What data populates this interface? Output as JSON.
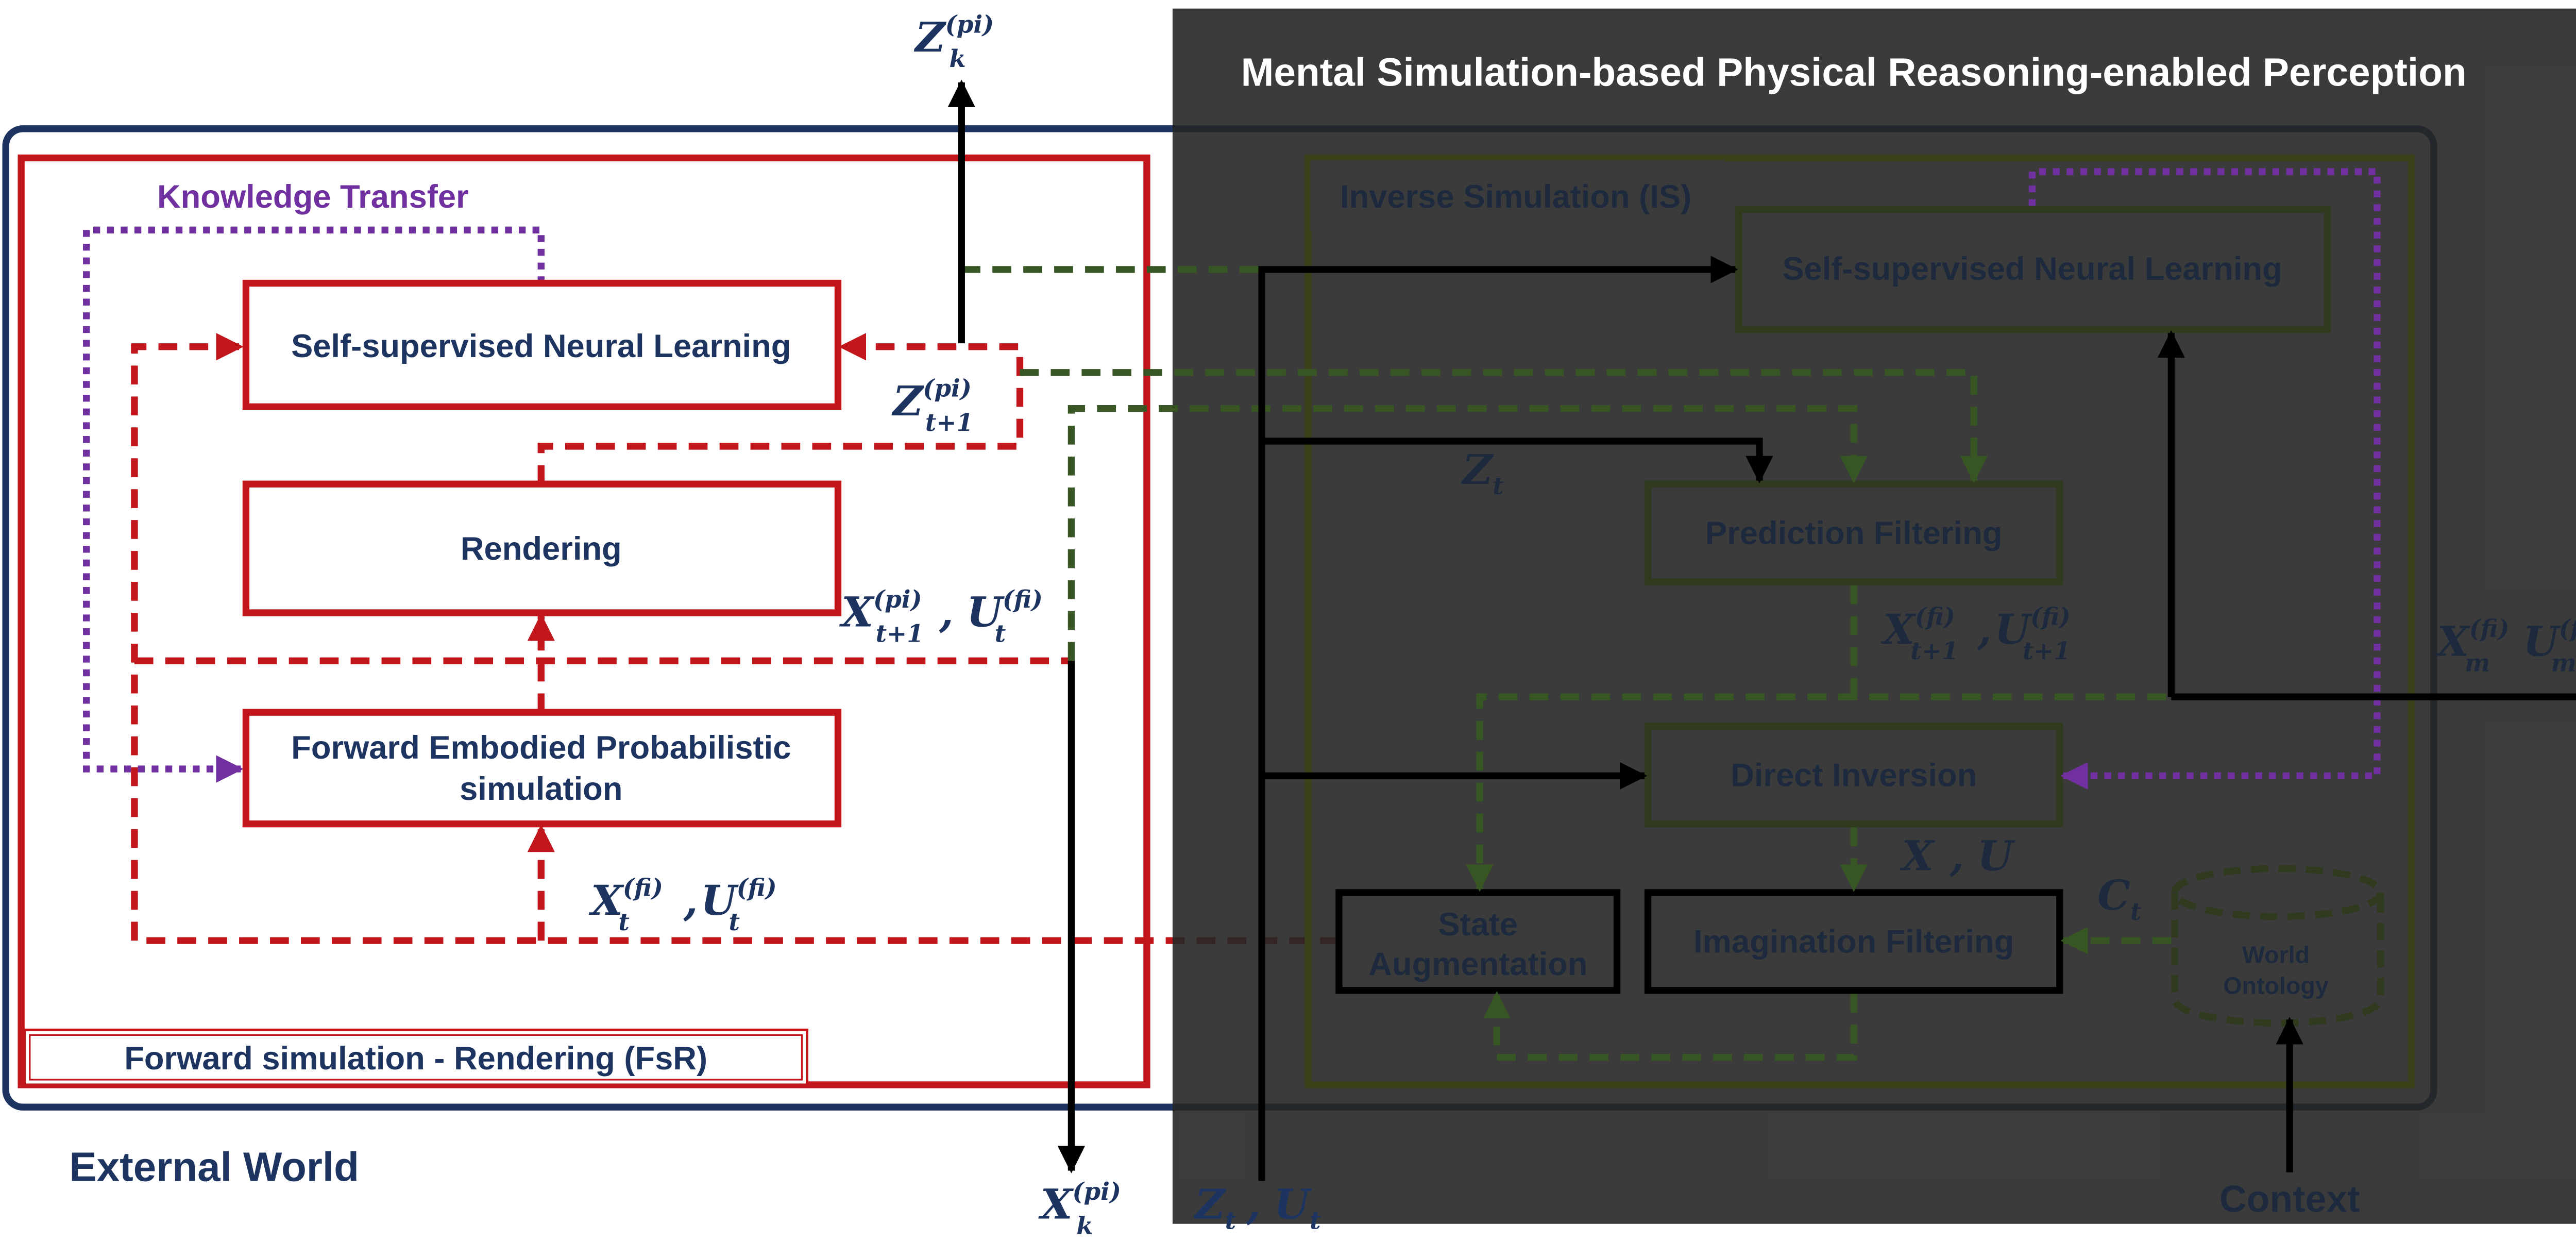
{
  "colors": {
    "red": "#c0161c",
    "navy": "#1d3461",
    "purple": "#7030a0",
    "green": "#375623",
    "black": "#000000",
    "dark_panel": "#262626",
    "dark_text": "#1d2a3e",
    "panel_title": "#ffffff"
  },
  "titles": {
    "mental_panel": "Mental Simulation-based Physical Reasoning-enabled Perception",
    "external_world": "External World"
  },
  "fsr": {
    "section_label": "Forward simulation - Rendering (FsR)",
    "knowledge_transfer": "Knowledge Transfer",
    "neural_learning": "Self-supervised Neural Learning",
    "rendering": "Rendering",
    "forward_sim_line1": "Forward Embodied Probabilistic",
    "forward_sim_line2": "simulation"
  },
  "is": {
    "section_label": "Inverse Simulation (IS)",
    "neural_learning": "Self-supervised Neural Learning",
    "prediction_filtering": "Prediction Filtering",
    "direct_inversion": "Direct Inversion",
    "imagination_filtering": "Imagination Filtering",
    "state_aug_line1": "State",
    "state_aug_line2": "Augmentation",
    "world_ontology_line1": "World",
    "world_ontology_line2": "Ontology",
    "context": "Context"
  },
  "math": {
    "z_k_pi": {
      "base": "Z",
      "sup": "(pi)",
      "sub": "k"
    },
    "z_t1_pi": {
      "base": "Z",
      "sup": "(pi)",
      "sub": "t+1"
    },
    "x_t1_pi": {
      "base": "X",
      "sup": "(pi)",
      "sub": "t+1"
    },
    "u_t_fi_a": {
      "base": "U",
      "sup": "(fi)",
      "sub": "t"
    },
    "x_t_fi": {
      "base": "X",
      "sup": "(fi)",
      "sub": "t"
    },
    "u_t_fi_b": {
      "base": "U",
      "sup": "(fi)",
      "sub": "t"
    },
    "x_k_pi": {
      "base": "X",
      "sup": "(pi)",
      "sub": "k"
    },
    "z_t_bottom": {
      "base": "Z",
      "sub": "t"
    },
    "u_t_bottom": {
      "base": "U",
      "sub": "t"
    },
    "z_t_mid": {
      "base": "Z",
      "sub": "t"
    },
    "x_t1_fi": {
      "base": "X",
      "sup": "(fi)",
      "sub": "t+1"
    },
    "u_t1_fi": {
      "base": "U",
      "sup": "(fi)",
      "sub": "t+1"
    },
    "x_plain": {
      "base": "X"
    },
    "u_plain": {
      "base": "U"
    },
    "c_t": {
      "base": "C",
      "sub": "t"
    },
    "x_m_fi": {
      "base": "X",
      "sup": "(fi)",
      "sub": "m"
    },
    "u_m_fi": {
      "base": "U",
      "sup": "(fi)",
      "sub": "m"
    },
    "separator": ","
  }
}
